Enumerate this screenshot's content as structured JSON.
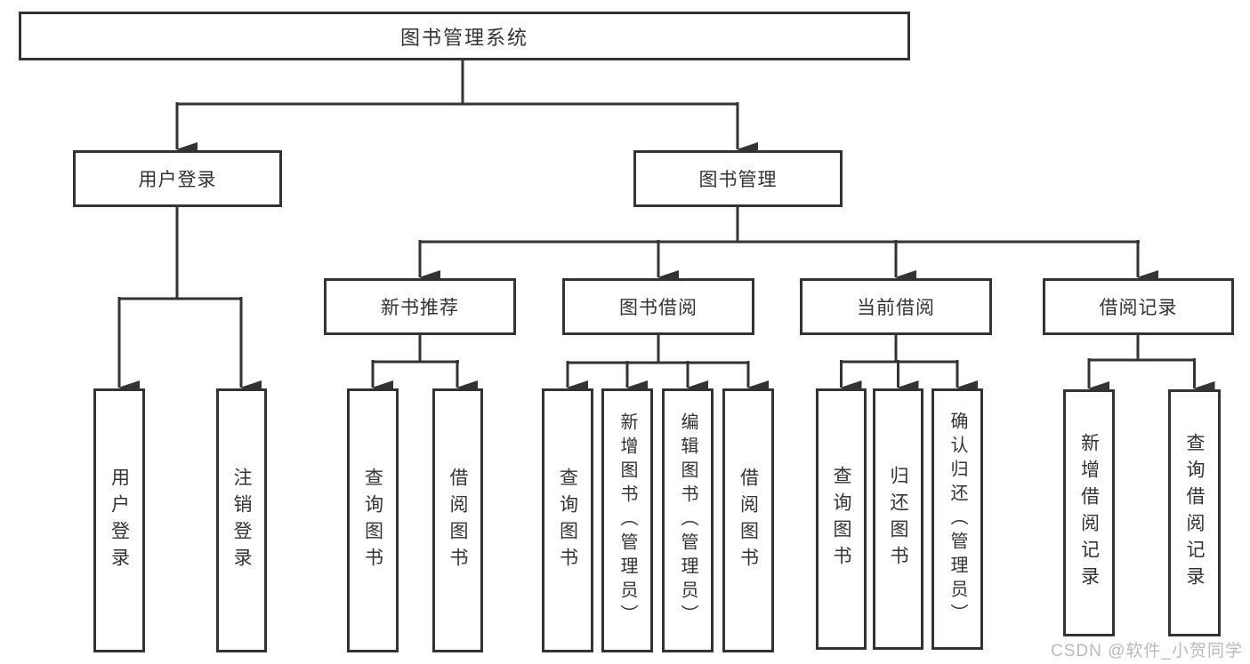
{
  "diagram": {
    "root": {
      "label": "图书管理系统"
    },
    "level2": [
      {
        "label": "用户登录"
      },
      {
        "label": "图书管理"
      }
    ],
    "level3": [
      {
        "label": "新书推荐"
      },
      {
        "label": "图书借阅"
      },
      {
        "label": "当前借阅"
      },
      {
        "label": "借阅记录"
      }
    ],
    "leaves": {
      "user_login": [
        {
          "label": "用户登录"
        },
        {
          "label": "注销登录"
        }
      ],
      "new_books": [
        {
          "label": "查询图书"
        },
        {
          "label": "借阅图书"
        }
      ],
      "book_borrow": [
        {
          "label": "查询图书"
        },
        {
          "label": "新增图书（管理员）"
        },
        {
          "label": "编辑图书（管理员）"
        },
        {
          "label": "借阅图书"
        }
      ],
      "current_borrow": [
        {
          "label": "查询图书"
        },
        {
          "label": "归还图书"
        },
        {
          "label": "确认归还（管理员）"
        }
      ],
      "borrow_records": [
        {
          "label": "新增借阅记录"
        },
        {
          "label": "查询借阅记录"
        }
      ]
    },
    "watermark": "CSDN @软件_小贺同学",
    "colors": {
      "line": "#333333",
      "text": "#333333",
      "watermark": "#b9b9b9",
      "background": "#ffffff"
    }
  }
}
